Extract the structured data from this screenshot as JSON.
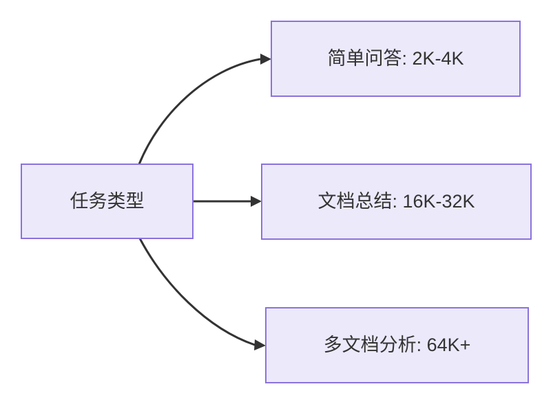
{
  "diagram": {
    "type": "flowchart",
    "direction": "left-to-right",
    "background_color": "#ffffff",
    "node_fill_color": "#ece9fb",
    "node_border_color": "#8b72dd",
    "node_text_color": "#333333",
    "edge_color": "#333333",
    "root": {
      "id": "task-type",
      "label": "任务类型"
    },
    "branches": [
      {
        "id": "simple-qa",
        "label": "简单问答: 2K-4K",
        "edge_style": "curved"
      },
      {
        "id": "doc-summary",
        "label": "文档总结: 16K-32K",
        "edge_style": "straight"
      },
      {
        "id": "multi-doc-analysis",
        "label": "多文档分析: 64K+",
        "edge_style": "curved"
      }
    ]
  }
}
